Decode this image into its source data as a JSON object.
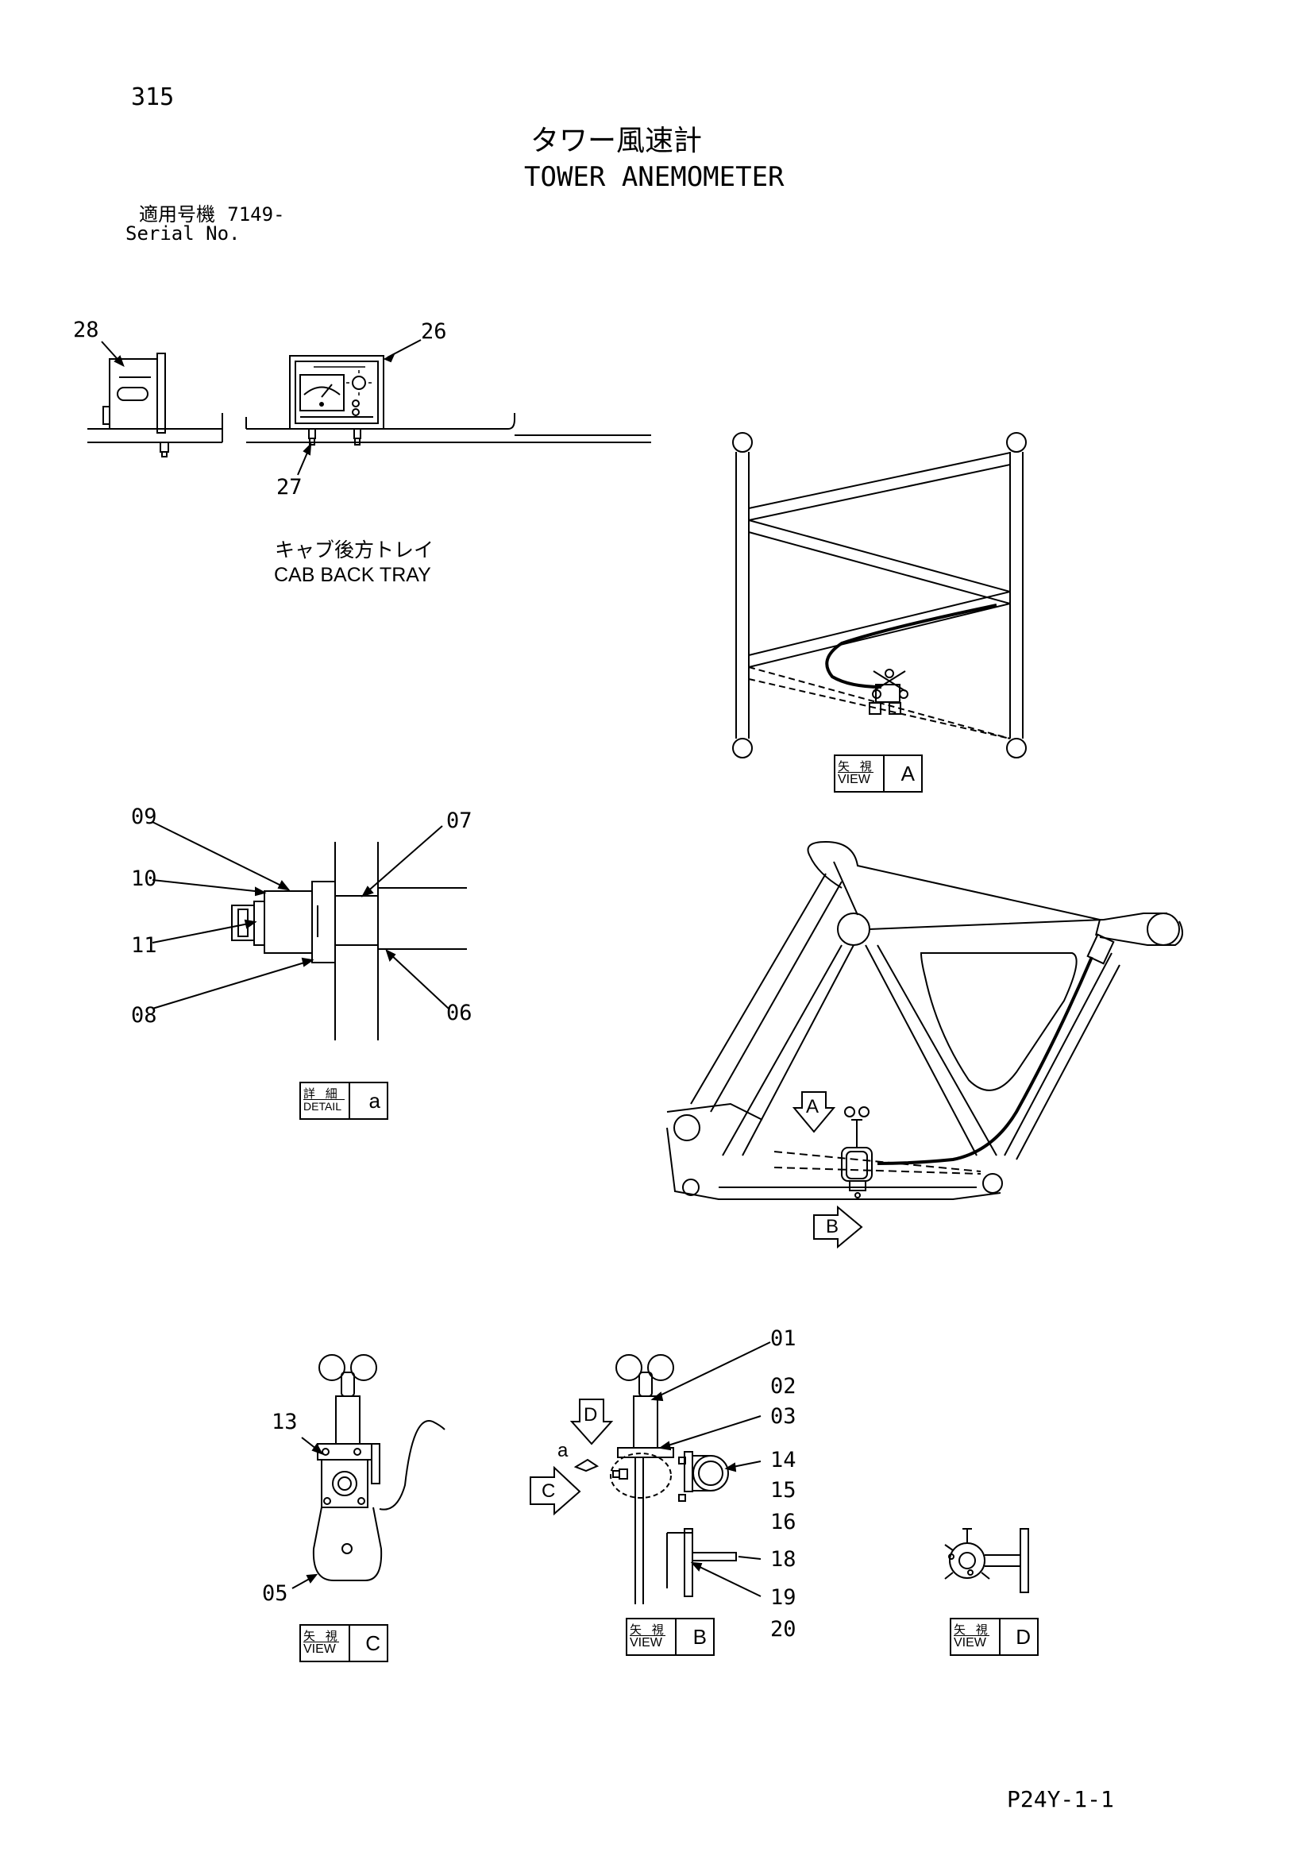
{
  "page_number": "315",
  "title": {
    "japanese": "タワー風速計",
    "english": "TOWER ANEMOMETER"
  },
  "serial": {
    "label_japanese": "適用号機",
    "value": "7149-",
    "label_english": "Serial No."
  },
  "cab_tray_note": {
    "japanese": "キャブ後方トレイ",
    "english": "CAB BACK TRAY"
  },
  "refs": {
    "r28": "28",
    "r26": "26",
    "r27": "27",
    "r09": "09",
    "r10": "10",
    "r11": "11",
    "r08": "08",
    "r07": "07",
    "r06": "06",
    "r13": "13",
    "r05": "05",
    "r01": "01",
    "r02": "02",
    "r03": "03",
    "r14": "14",
    "r15": "15",
    "r16": "16",
    "r18": "18",
    "r19": "19",
    "r20": "20",
    "a": "a"
  },
  "view_boxes": {
    "view_a": {
      "top": "矢 視",
      "bottom": "VIEW",
      "letter": "A"
    },
    "detail_a": {
      "top": "詳 細",
      "bottom": "DETAIL",
      "letter": "a"
    },
    "view_c": {
      "top": "矢 視",
      "bottom": "VIEW",
      "letter": "C"
    },
    "view_b": {
      "top": "矢 視",
      "bottom": "VIEW",
      "letter": "B"
    },
    "view_d": {
      "top": "矢 視",
      "bottom": "VIEW",
      "letter": "D"
    }
  },
  "arrow_markers": {
    "a": "A",
    "b": "B",
    "c": "C",
    "d": "D"
  },
  "drawing_code": "P24Y-1-1"
}
